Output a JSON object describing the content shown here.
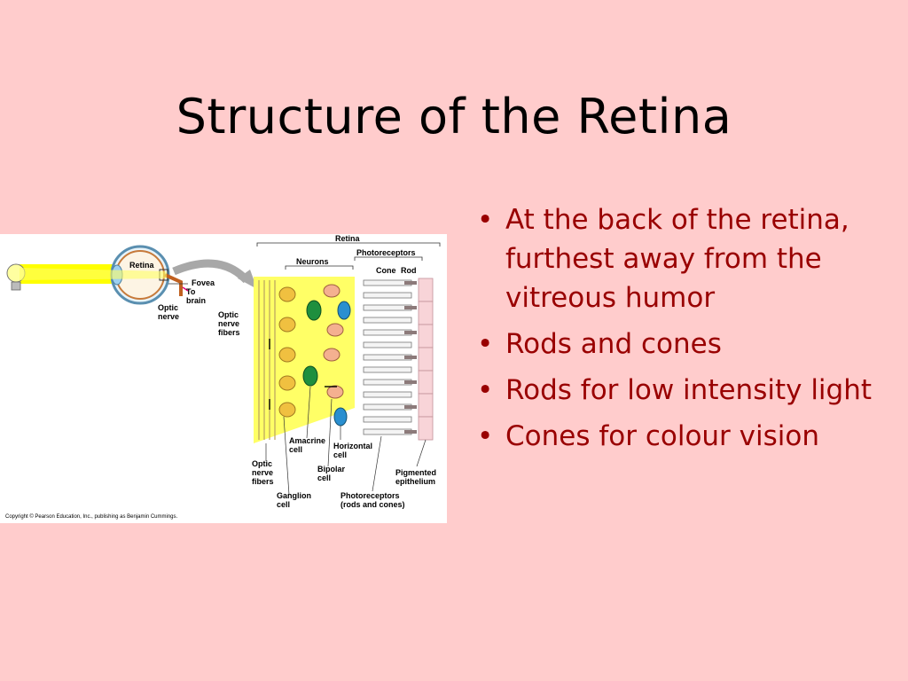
{
  "slide": {
    "title": "Structure of the Retina",
    "bullets": [
      "At the back of the retina, furthest away from the vitreous humor",
      "Rods and cones",
      "Rods for low intensity light",
      "Cones for colour vision"
    ]
  },
  "figure": {
    "labels": {
      "retina_eye": "Retina",
      "fovea": "Fovea",
      "to_brain_1": "To",
      "to_brain_2": "brain",
      "optic_nerve_1": "Optic",
      "optic_nerve_2": "nerve",
      "onf_1": "Optic",
      "onf_2": "nerve",
      "onf_3": "fibers",
      "retina_top": "Retina",
      "neurons": "Neurons",
      "photoreceptors": "Photoreceptors",
      "cone": "Cone",
      "rod": "Rod",
      "amacrine_1": "Amacrine",
      "amacrine_2": "cell",
      "horizontal_1": "Horizontal",
      "horizontal_2": "cell",
      "bipolar_1": "Bipolar",
      "bipolar_2": "cell",
      "pigmented_1": "Pigmented",
      "pigmented_2": "epithelium",
      "onf_b_1": "Optic",
      "onf_b_2": "nerve",
      "onf_b_3": "fibers",
      "ganglion_1": "Ganglion",
      "ganglion_2": "cell",
      "photo_b_1": "Photoreceptors",
      "photo_b_2": "(rods and cones)",
      "copyright": "Copyright © Pearson Education, Inc., publishing as Benjamin Cummings."
    },
    "colors": {
      "light_beam": "#ffff00",
      "ganglion": "#f0c040",
      "amacrine": "#1e8f3e",
      "horizontal": "#2a8fd0",
      "bipolar": "#f4b090",
      "epithelium": "#f8d4d8"
    }
  }
}
